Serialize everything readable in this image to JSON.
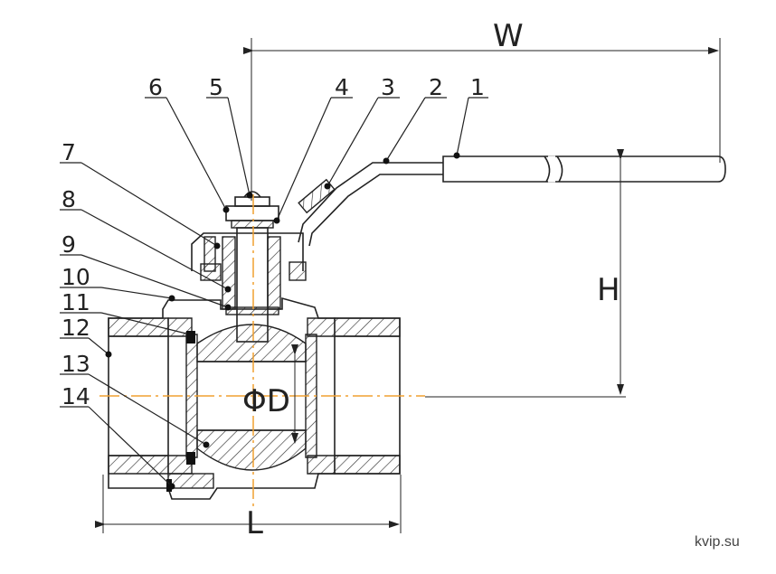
{
  "labels": [
    "1",
    "2",
    "3",
    "4",
    "5",
    "6",
    "7",
    "8",
    "9",
    "10",
    "11",
    "12",
    "13",
    "14"
  ],
  "dimensions": {
    "width": "W",
    "height": "H",
    "length": "L",
    "diameter": "ΦD"
  },
  "watermark": "kvip.su"
}
